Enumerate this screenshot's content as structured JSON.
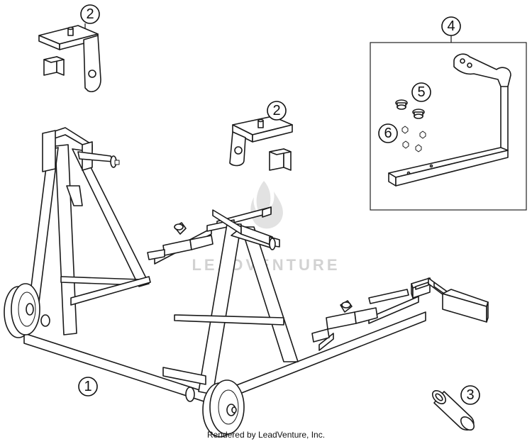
{
  "callouts": [
    {
      "id": "callout-1",
      "label": "1"
    },
    {
      "id": "callout-2a",
      "label": "2"
    },
    {
      "id": "callout-2b",
      "label": "2"
    },
    {
      "id": "callout-3",
      "label": "3"
    },
    {
      "id": "callout-4",
      "label": "4"
    },
    {
      "id": "callout-5",
      "label": "5"
    },
    {
      "id": "callout-6",
      "label": "6"
    }
  ],
  "watermark": {
    "text": "LEADVENTURE"
  },
  "footer": {
    "credit": "Rendered by LeadVenture, Inc."
  }
}
